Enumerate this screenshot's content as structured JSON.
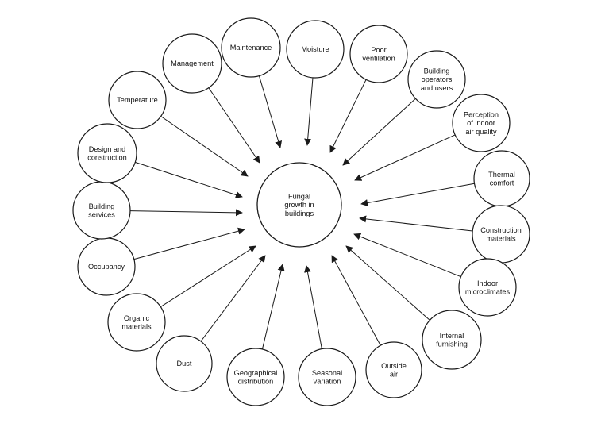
{
  "diagram": {
    "center": {
      "id": "center",
      "label": [
        "Fungal",
        "growth in",
        "buildings"
      ]
    },
    "factors": [
      {
        "id": "maintenance",
        "label": [
          "Maintenance"
        ]
      },
      {
        "id": "moisture",
        "label": [
          "Moisture"
        ]
      },
      {
        "id": "poor-ventilation",
        "label": [
          "Poor",
          "ventilation"
        ]
      },
      {
        "id": "building-operators",
        "label": [
          "Building",
          "operators",
          "and users"
        ]
      },
      {
        "id": "perception-iaq",
        "label": [
          "Perception",
          "of indoor",
          "air quality"
        ]
      },
      {
        "id": "thermal-comfort",
        "label": [
          "Thermal",
          "comfort"
        ]
      },
      {
        "id": "construction-materials",
        "label": [
          "Construction",
          "materials"
        ]
      },
      {
        "id": "indoor-microclimates",
        "label": [
          "Indoor",
          "microclimates"
        ]
      },
      {
        "id": "internal-furnishing",
        "label": [
          "Internal",
          "furnishing"
        ]
      },
      {
        "id": "outside-air",
        "label": [
          "Outside",
          "air"
        ]
      },
      {
        "id": "seasonal-variation",
        "label": [
          "Seasonal",
          "variation"
        ]
      },
      {
        "id": "geographical-distribution",
        "label": [
          "Geographical",
          "distribution"
        ]
      },
      {
        "id": "dust",
        "label": [
          "Dust"
        ]
      },
      {
        "id": "organic-materials",
        "label": [
          "Organic",
          "materials"
        ]
      },
      {
        "id": "occupancy",
        "label": [
          "Occupancy"
        ]
      },
      {
        "id": "building-services",
        "label": [
          "Building",
          "services"
        ]
      },
      {
        "id": "design-construction",
        "label": [
          "Design and",
          "construction"
        ]
      },
      {
        "id": "temperature",
        "label": [
          "Temperature"
        ]
      },
      {
        "id": "management",
        "label": [
          "Management"
        ]
      }
    ]
  }
}
